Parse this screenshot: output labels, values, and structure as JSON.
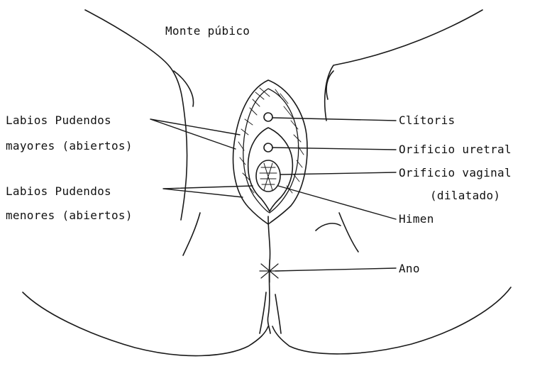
{
  "diagram": {
    "title": "Monte púbico",
    "labels": {
      "labios_mayores_line1": "Labios Pudendos",
      "labios_mayores_line2": "mayores (abiertos)",
      "labios_menores_line1": "Labios Pudendos",
      "labios_menores_line2": "menores (abiertos)",
      "clitoris": "Clítoris",
      "orificio_uretral": "Orificio uretral",
      "orificio_vaginal_line1": "Orificio vaginal",
      "orificio_vaginal_line2": "(dilatado)",
      "himen": "Himen",
      "ano": "Ano"
    }
  }
}
